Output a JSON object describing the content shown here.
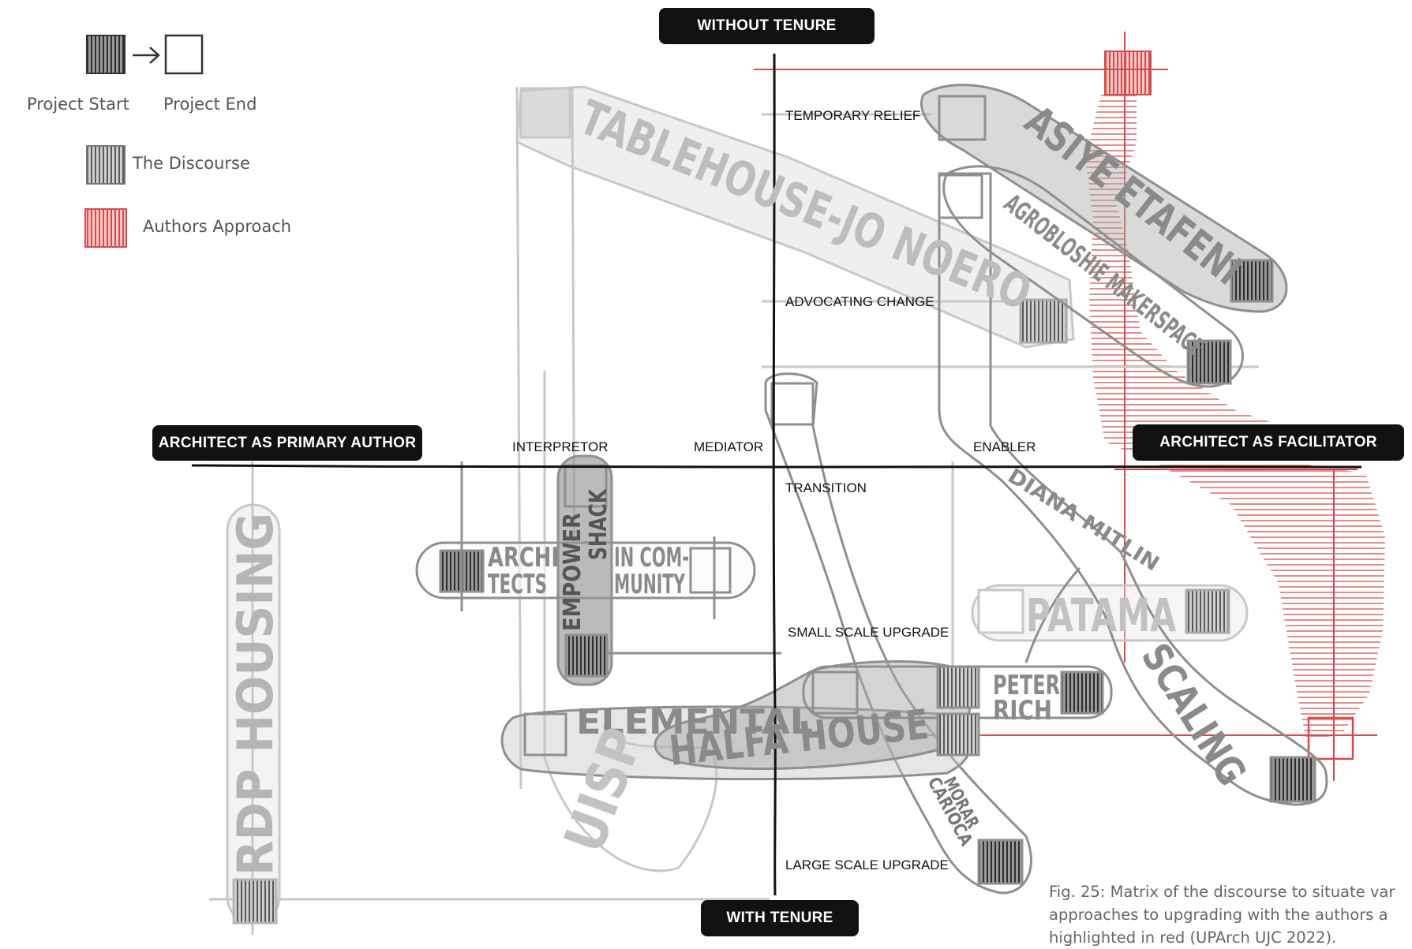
{
  "legend": {
    "project_start": "Project Start",
    "project_end": "Project End",
    "discourse": "The Discourse",
    "authors_approach": "Authors Approach"
  },
  "axes": {
    "top": "WITHOUT TENURE",
    "bottom": "WITH TENURE",
    "left": "ARCHITECT AS PRIMARY AUTHOR",
    "right": "ARCHITECT AS FACILITATOR"
  },
  "horizontal_scale": [
    "INTERPRETOR",
    "MEDIATOR",
    "ENABLER"
  ],
  "vertical_scale": [
    "TEMPORARY RELIEF",
    "ADVOCATING CHANGE",
    "TRANSITION",
    "SMALL SCALE UPGRADE",
    "LARGE SCALE UPGRADE"
  ],
  "projects": {
    "tablehouse": "TABLEHOUSE-JO NOERO",
    "asiye": "ASIYE ETAFENI",
    "agrob": "AGROBLOSHIE MAKERSPACE",
    "diana": "DIANA MITLIN",
    "scaling": "SCALING",
    "patama": "PATAMA",
    "peter_1": "PETER",
    "peter_2": "RICH",
    "elemental": "ELEMENTAL",
    "halfa": "HALFA HOUSE",
    "uisp": "UISP",
    "rdp": "RDP HOUSING",
    "arch_1": "ARCHI",
    "arch_2": "TECTS",
    "community_1": "IN COM-",
    "community_2": "MUNITY",
    "empower": "EMPOWER",
    "shack": "SHACK",
    "morar_1": "MORAR",
    "morar_2": "CARIOCA"
  },
  "caption": [
    "Fig. 25: Matrix of the discourse to situate var",
    "approaches to upgrading with the authors a",
    "highlighted in red (UPArch UJC 2022)."
  ],
  "colors": {
    "discourse_light": "#c8c8c8",
    "discourse_dark": "#8f8f8f",
    "authors_red": "#e05a5a",
    "axis": "#111111"
  }
}
